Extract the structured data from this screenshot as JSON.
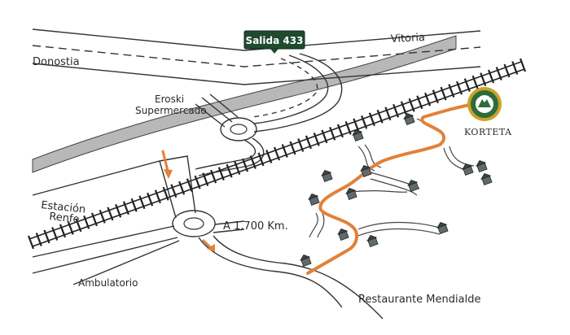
{
  "colors": {
    "river": "#b8b8b8",
    "route": "#e2813a",
    "rail": "#222222",
    "road": "#333333",
    "exit_sign": "#1f4a2e",
    "brand_green": "#2f6b3a",
    "brand_gold": "#c9a227",
    "house": "#5f6b6b"
  },
  "exit_sign": {
    "label": "Salida 433",
    "icon": "highway-exit-sign"
  },
  "places": {
    "donostia": "Donostia",
    "vitoria": "Vitoria",
    "eroski_line1": "Eroski",
    "eroski_line2": "Supermercado",
    "estacion_line1": "Estación",
    "estacion_line2": "Renfe",
    "ambulatorio": "Ambulatorio",
    "restaurante": "Restaurante Mendialde"
  },
  "distance": "A 1,700 Km.",
  "brand": {
    "name": "KORTETA",
    "icon": "korteta-logo-icon"
  }
}
